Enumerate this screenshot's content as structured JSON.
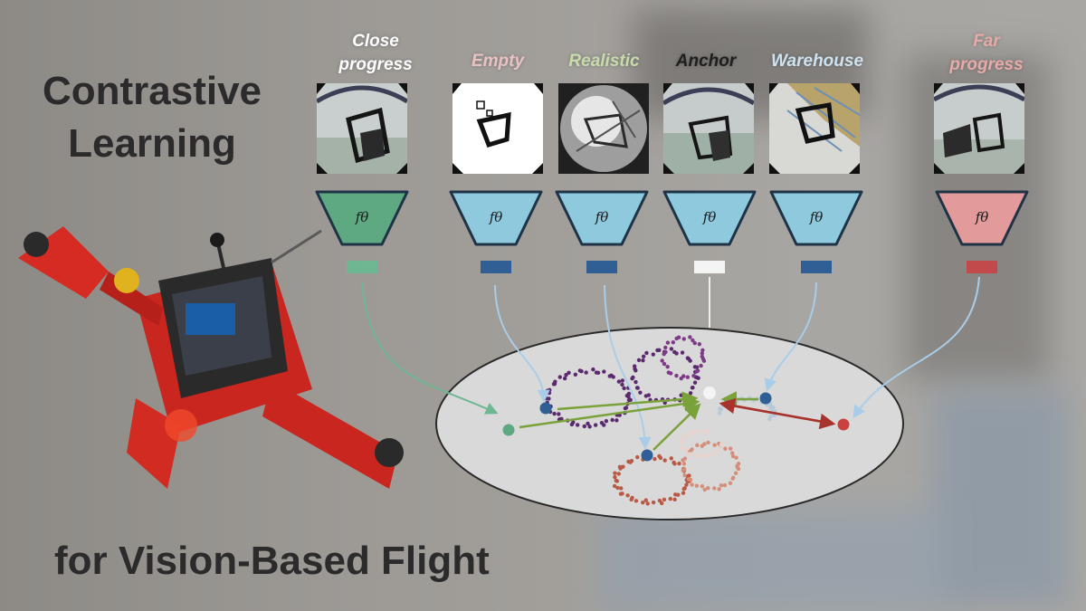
{
  "title": {
    "line1": "Contrastive",
    "line2": "Learning",
    "subtitle": "for Vision-Based Flight"
  },
  "encoder_symbol": "fθ",
  "columns": [
    {
      "id": "close",
      "label_lines": [
        "Close",
        "progress"
      ],
      "label_color": "#ffffff",
      "encoder_fill": "#5ea882",
      "embedding_color": "#6fb793",
      "arrow_color": "#6fb793",
      "point_color": "#5ea882"
    },
    {
      "id": "empty",
      "label_lines": [
        "Empty"
      ],
      "label_color": "#e9c2c2",
      "encoder_fill": "#8ec9de",
      "embedding_color": "#2f5f94",
      "arrow_color": "#a9cde8",
      "point_color": "#2f5f94"
    },
    {
      "id": "realistic",
      "label_lines": [
        "Realistic"
      ],
      "label_color": "#c7dcaa",
      "encoder_fill": "#8ec9de",
      "embedding_color": "#2f5f94",
      "arrow_color": "#a9cde8",
      "point_color": "#2f5f94"
    },
    {
      "id": "anchor",
      "label_lines": [
        "Anchor"
      ],
      "label_color": "#1e1e1e",
      "encoder_fill": "#8ec9de",
      "embedding_color": "#f4f4f4",
      "arrow_color": "#eeeeee",
      "point_color": "#f4f4f4"
    },
    {
      "id": "warehouse",
      "label_lines": [
        "Warehouse"
      ],
      "label_color": "#cfe2f0",
      "encoder_fill": "#8ec9de",
      "embedding_color": "#2f5f94",
      "arrow_color": "#a9cde8",
      "point_color": "#2f5f94"
    },
    {
      "id": "far",
      "label_lines": [
        "Far",
        "progress"
      ],
      "label_color": "#e7aaa8",
      "encoder_fill": "#e39a9a",
      "embedding_color": "#c24a4a",
      "arrow_color": "#a9cde8",
      "point_color": "#c9423f"
    }
  ],
  "colors": {
    "pull_arrow": "#7aa23a",
    "push_arrow": "#a8322c",
    "ellipse_fill": "#d9d9d9",
    "encoder_stroke": "#1f3347"
  }
}
